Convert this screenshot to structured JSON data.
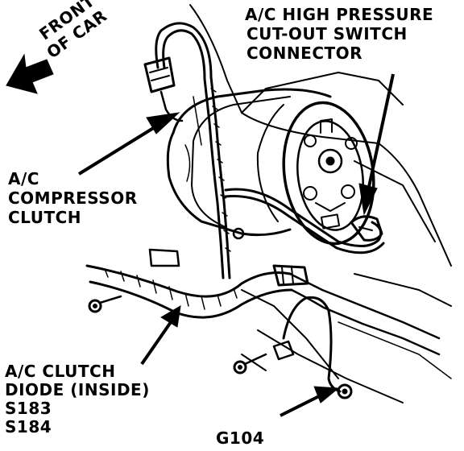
{
  "labels": {
    "front_of_car": [
      "FRONT",
      "OF CAR"
    ],
    "switch_connector": [
      "A/C HIGH PRESSURE",
      "CUT-OUT SWITCH",
      "CONNECTOR"
    ],
    "compressor_clutch": [
      "A/C",
      "COMPRESSOR",
      "CLUTCH"
    ],
    "clutch_diode": [
      "A/C CLUTCH",
      "DIODE (INSIDE)",
      "S183",
      "S184"
    ],
    "ground": "G104"
  },
  "colors": {
    "ink": "#000000",
    "paper": "#ffffff"
  }
}
